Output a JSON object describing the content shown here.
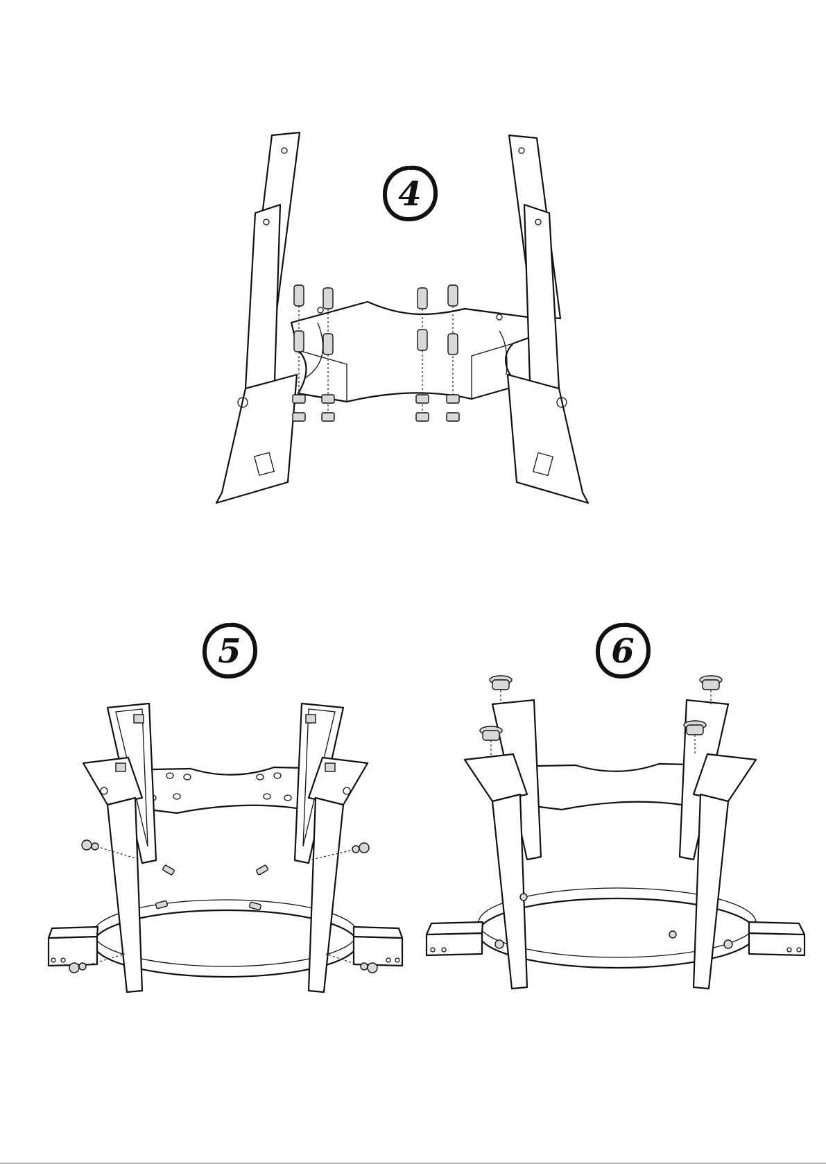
{
  "steps": [
    {
      "number": "4"
    },
    {
      "number": "5"
    },
    {
      "number": "6"
    }
  ],
  "footer": {
    "text": ""
  }
}
